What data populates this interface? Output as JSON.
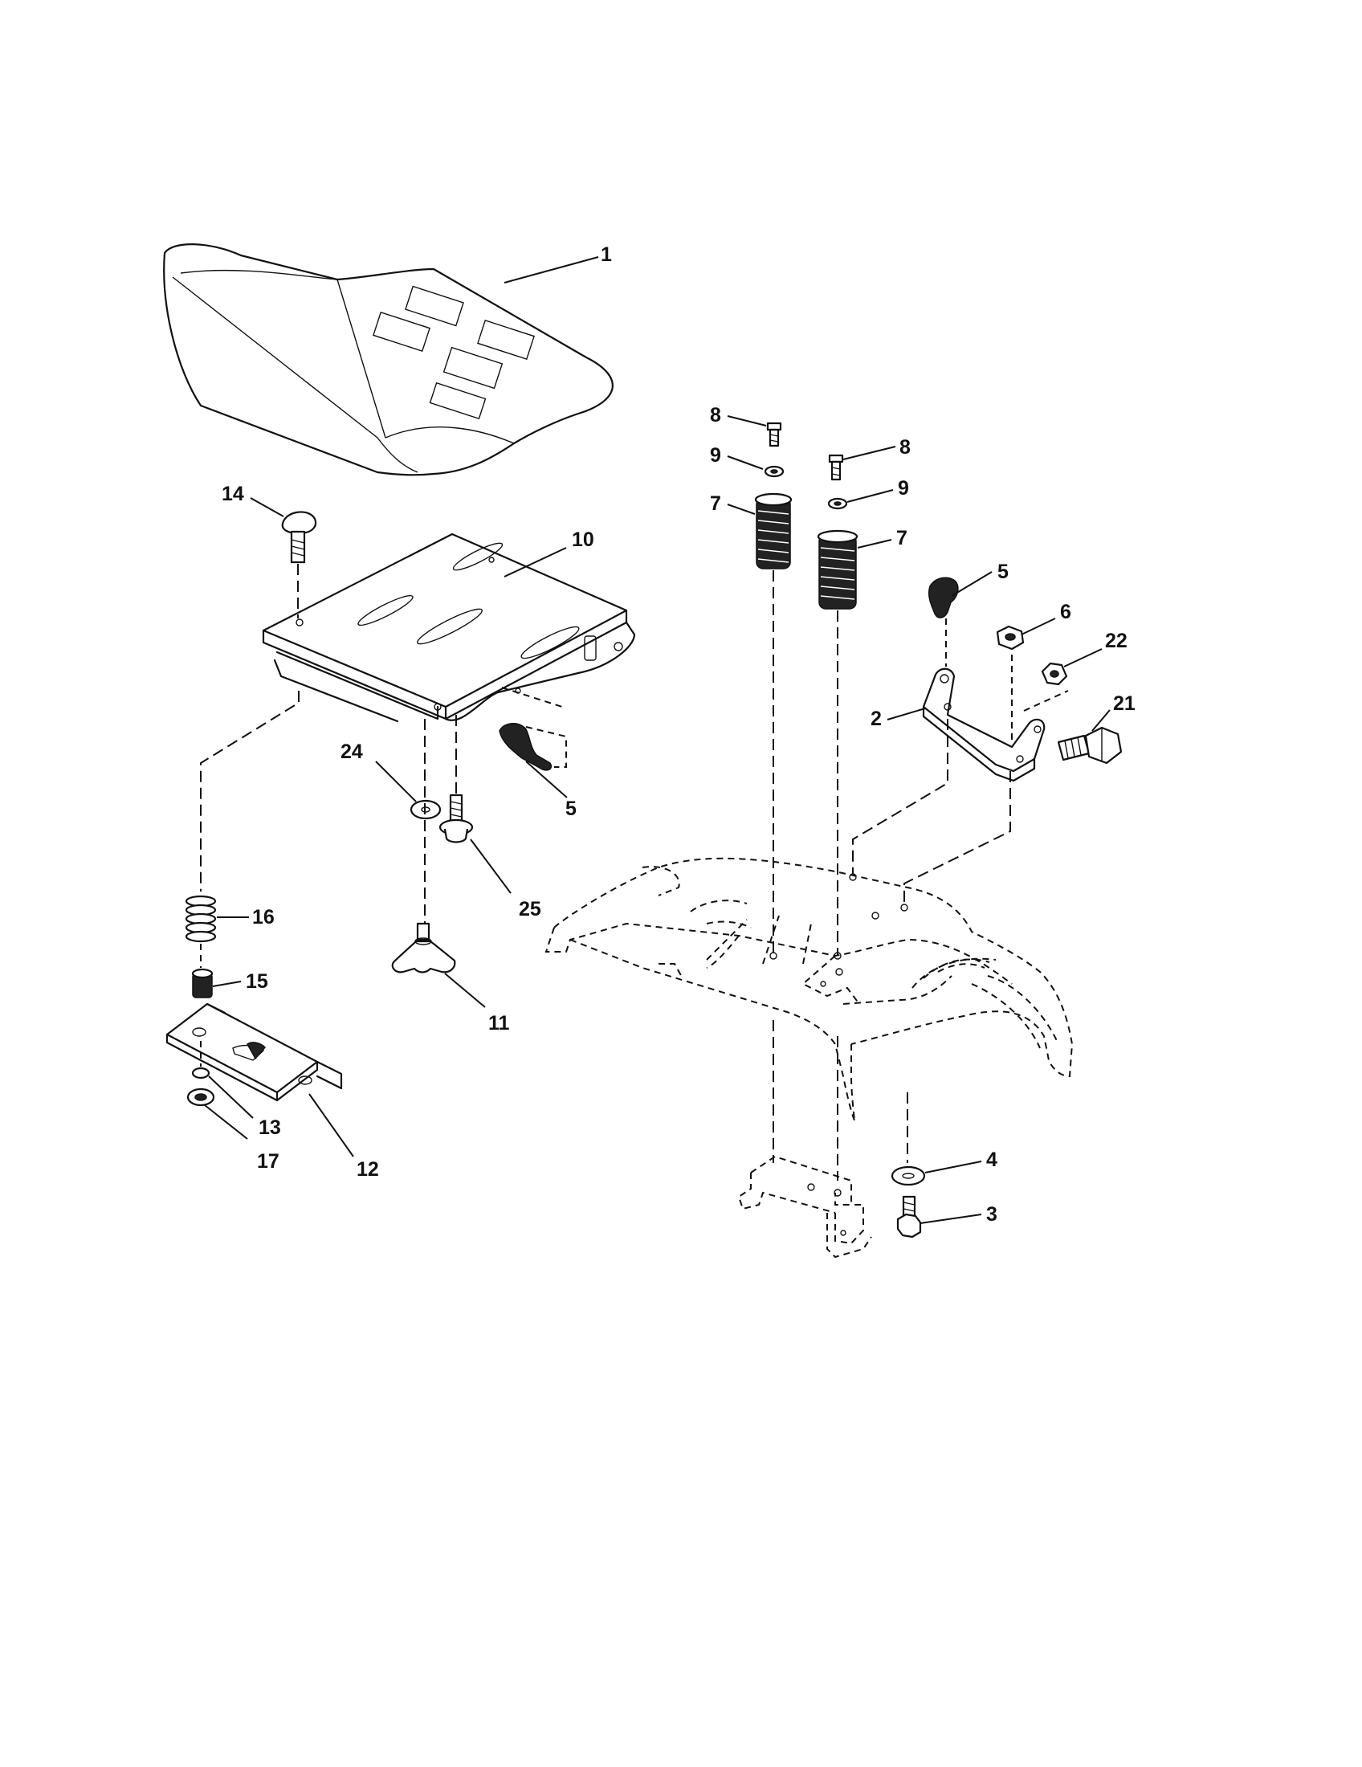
{
  "callouts": {
    "c1": "1",
    "c2": "2",
    "c3": "3",
    "c4": "4",
    "c5a": "5",
    "c5b": "5",
    "c6": "6",
    "c7a": "7",
    "c7b": "7",
    "c8a": "8",
    "c8b": "8",
    "c9a": "9",
    "c9b": "9",
    "c10": "10",
    "c11": "11",
    "c12": "12",
    "c13": "13",
    "c14": "14",
    "c15": "15",
    "c16": "16",
    "c17": "17",
    "c21": "21",
    "c22": "22",
    "c24": "24",
    "c25": "25"
  }
}
